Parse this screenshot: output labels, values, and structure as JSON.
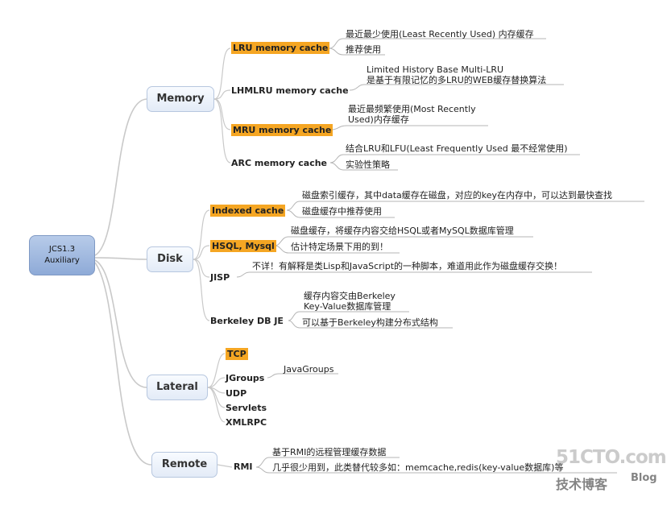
{
  "root": {
    "line1": "JCS1.3",
    "line2": "Auxiliary"
  },
  "memory": {
    "label": "Memory",
    "lru": {
      "label": "LRU memory cache",
      "note1": "最近最少使用(Least Recently Used) 内存缓存",
      "note2": "推荐使用"
    },
    "lhmlru": {
      "label": "LHMLRU memory cache",
      "note1": "Limited History Base Multi-LRU",
      "note2": "是基于有限记忆的多LRU的WEB缓存替换算法"
    },
    "mru": {
      "label": "MRU memory cache",
      "note1": "最近最频繁使用(Most Recently",
      "note2": "Used)内存缓存"
    },
    "arc": {
      "label": "ARC memory cache",
      "note1": "结合LRU和LFU(Least Frequently Used 最不经常使用)",
      "note2": "实验性策略"
    }
  },
  "disk": {
    "label": "Disk",
    "indexed": {
      "label": "Indexed cache",
      "note1": "磁盘索引缓存，其中data缓存在磁盘，对应的key在内存中，可以达到最快查找",
      "note2": "磁盘缓存中推荐使用"
    },
    "hsql": {
      "label": "HSQL, Mysql",
      "note1": "磁盘缓存，将缓存内容交给HSQL或者MySQL数据库管理",
      "note2": "估计特定场景下用的到！"
    },
    "jisp": {
      "label": "JISP",
      "note1": "不详！有解释是类Lisp和JavaScript的一种脚本，难道用此作为磁盘缓存交换！"
    },
    "berkeley": {
      "label": "Berkeley DB JE",
      "note1": "缓存内容交由Berkeley",
      "note2": "Key-Value数据库管理",
      "note3": "可以基于Berkeley构建分布式结构"
    }
  },
  "lateral": {
    "label": "Lateral",
    "tcp": "TCP",
    "jgroups": "JGroups",
    "jgroups_note": "JavaGroups",
    "udp": "UDP",
    "servlets": "Servlets",
    "xmlrpc": "XMLRPC"
  },
  "remote": {
    "label": "Remote",
    "rmi": {
      "label": "RMI",
      "note1": "基于RMI的远程管理缓存数据",
      "note2": "几乎很少用到，此类替代较多如：memcache,redis(key-value数据库)等"
    }
  },
  "watermark": {
    "site": "51CTO.com",
    "sub": "技术博客",
    "blog": "Blog"
  },
  "colors": {
    "highlight": "#f5a623",
    "line": "#c8c8c8",
    "root": "#8eaad7"
  }
}
